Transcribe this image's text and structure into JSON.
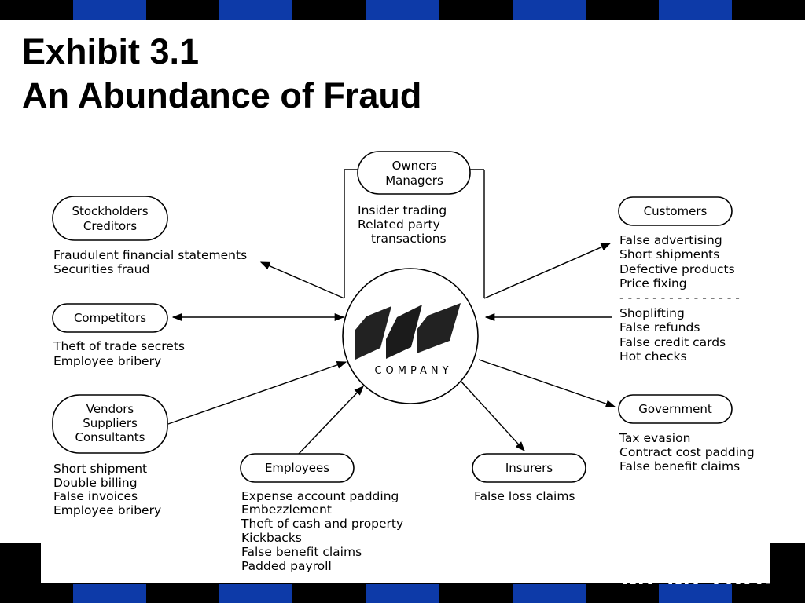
{
  "slide": {
    "title_line1": "Exhibit 3.1",
    "title_line2": "An Abundance of Fraud",
    "logo_text": "MEMPHIS."
  },
  "colors": {
    "stripe_blue": "#0d3aa8",
    "stripe_dark": "#000000"
  },
  "icons": {
    "company": "company-logo-icon"
  },
  "diagram": {
    "company_label": "COMPANY",
    "stakeholders": {
      "owners": {
        "label_lines": [
          "Owners",
          "Managers"
        ],
        "items": [
          "Insider trading",
          "Related party",
          "transactions"
        ]
      },
      "stockholders": {
        "label_lines": [
          "Stockholders",
          "Creditors"
        ],
        "items": [
          "Fraudulent financial statements",
          "Securities fraud"
        ]
      },
      "competitors": {
        "label_lines": [
          "Competitors"
        ],
        "items": [
          "Theft of trade secrets",
          "Employee bribery"
        ]
      },
      "vendors": {
        "label_lines": [
          "Vendors",
          "Suppliers",
          "Consultants"
        ],
        "items": [
          "Short shipment",
          "Double billing",
          "False invoices",
          "Employee bribery"
        ]
      },
      "employees": {
        "label_lines": [
          "Employees"
        ],
        "items": [
          "Expense account padding",
          "Embezzlement",
          "Theft of cash and property",
          "Kickbacks",
          "False benefit claims",
          "Padded payroll"
        ]
      },
      "insurers": {
        "label_lines": [
          "Insurers"
        ],
        "items": [
          "False loss claims"
        ]
      },
      "government": {
        "label_lines": [
          "Government"
        ],
        "items": [
          "Tax evasion",
          "Contract cost padding",
          "False benefit claims"
        ]
      },
      "customers": {
        "label_lines": [
          "Customers"
        ],
        "items": [
          "False advertising",
          "Short shipments",
          "Defective products",
          "Price fixing"
        ],
        "separator": "- - - - - - - - - - - - - - -",
        "items_against": [
          "Shoplifting",
          "False refunds",
          "False credit cards",
          "Hot checks"
        ]
      }
    }
  }
}
